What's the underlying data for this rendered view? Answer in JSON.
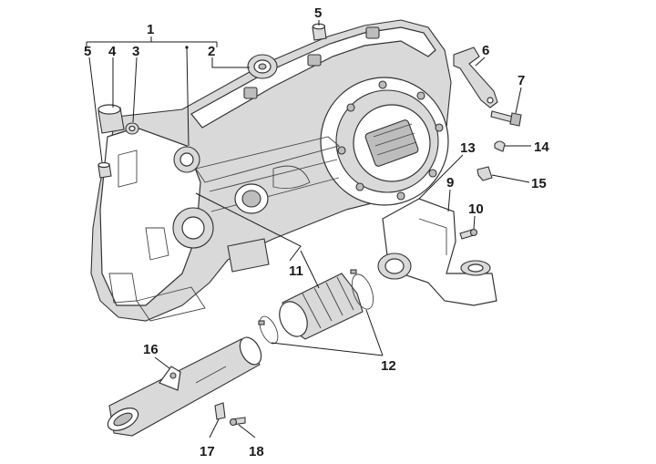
{
  "callouts": {
    "c1": "1",
    "c2": "2",
    "c3": "3",
    "c4": "4",
    "c5a": "5",
    "c5b": "5",
    "c6": "6",
    "c7": "7",
    "c9": "9",
    "c10": "10",
    "c11": "11",
    "c12": "12",
    "c13": "13",
    "c14": "14",
    "c15": "15",
    "c16": "16",
    "c17": "17",
    "c18": "18"
  }
}
